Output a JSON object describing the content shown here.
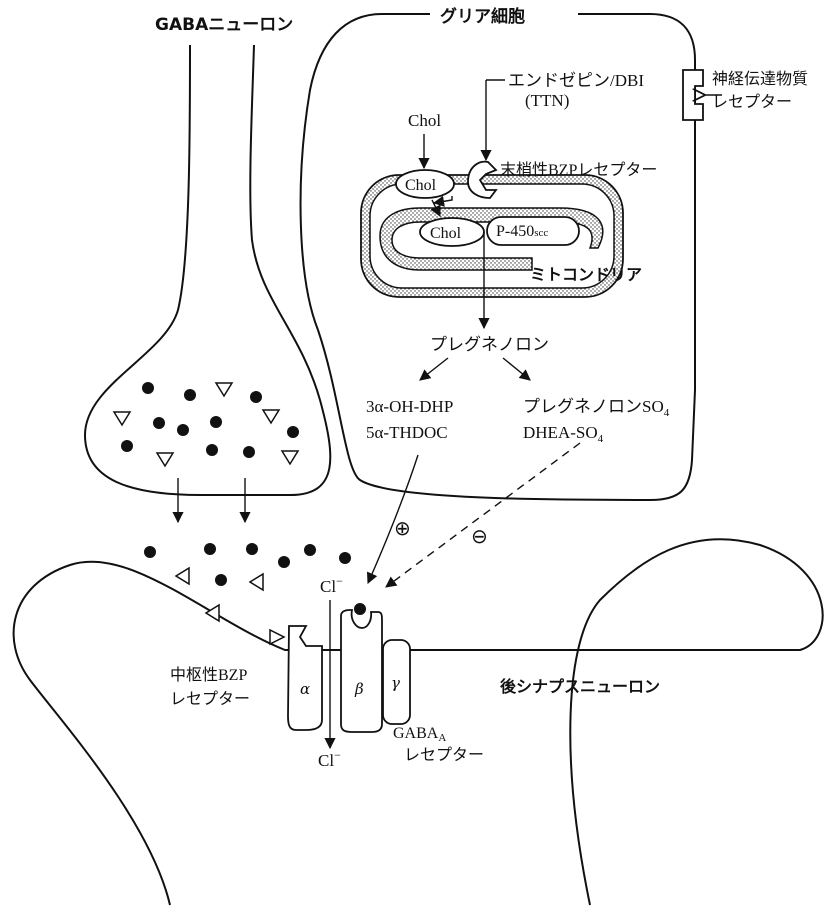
{
  "labels": {
    "gaba_neuron": "GABAニューロン",
    "glia_cell": "グリア細胞",
    "endozepine_dbi": "エンドゼピン/DBI",
    "ttn": "(TTN)",
    "nt_receptor_line1": "神経伝達物質",
    "nt_receptor_line2": "レセプター",
    "chol_top": "Chol",
    "chol_outer": "Chol",
    "chol_inner": "Chol",
    "peripheral_bzp": "末梢性BZPレセプター",
    "p450_main": "P-450",
    "p450_sub": "scc",
    "mitochondria": "ミトコンドリア",
    "pregnenolone": "プレグネノロン",
    "oh_dhp": "3α-OH-DHP",
    "thdoc": "5α-THDOC",
    "preg_so4_main": "プレグネノロンSO",
    "preg_so4_sub": "4",
    "dhea_so4_main": "DHEA-SO",
    "dhea_so4_sub": "4",
    "plus_sign": "⊕",
    "minus_sign": "⊖",
    "cl_top_main": "Cl",
    "cl_top_sup": "−",
    "cl_bottom_main": "Cl",
    "cl_bottom_sup": "−",
    "central_bzp_line1": "中枢性BZP",
    "central_bzp_line2": "レセプター",
    "alpha": "α",
    "beta": "β",
    "gamma": "γ",
    "gaba_a_main": "GABA",
    "gaba_a_sub": "A",
    "gaba_a_receptor": "レセプター",
    "postsynaptic_neuron": "後シナプスニューロン"
  }
}
